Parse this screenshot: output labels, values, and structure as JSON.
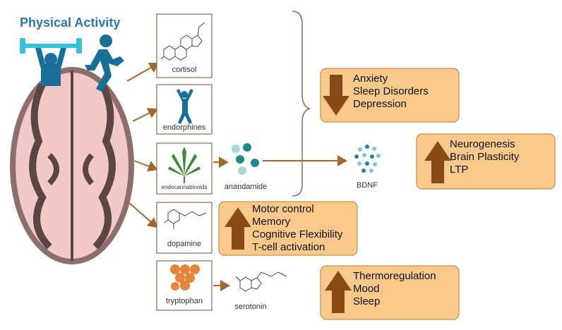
{
  "title": "Physical Activity",
  "molecules": {
    "cortisol": "cortisol",
    "endorphines": "endorphines",
    "endocannabinoids": "endocannabinoids",
    "dopamine": "dopamine",
    "tryptophan": "tryptophan",
    "anandamide": "anandamide",
    "bdnf": "BDNF",
    "serotonin": "serotonin"
  },
  "effects": {
    "mood_down": {
      "direction": "down",
      "items": [
        "Anxiety",
        "Sleep Disorders",
        "Depression"
      ]
    },
    "bdnf_up": {
      "direction": "up",
      "items": [
        "Neurogenesis",
        "Brain Plasticity",
        "LTP"
      ]
    },
    "dopamine_up": {
      "direction": "up",
      "items": [
        "Motor control",
        "Memory",
        "Cognitive Flexibility",
        "T-cell activation"
      ]
    },
    "serotonin_up": {
      "direction": "up",
      "items": [
        "Thermoregulation",
        "Mood",
        "Sleep"
      ]
    }
  },
  "colors": {
    "title": "#2e74b5",
    "figure": "#1a6e9a",
    "barbell": "#36c2d8",
    "arrow": "#a0692e",
    "effect_box": "#f9c98b",
    "effect_box_border": "#c98d45",
    "brain_outer": "#8c6f6a",
    "brain_inner": "#f2c8c9"
  }
}
